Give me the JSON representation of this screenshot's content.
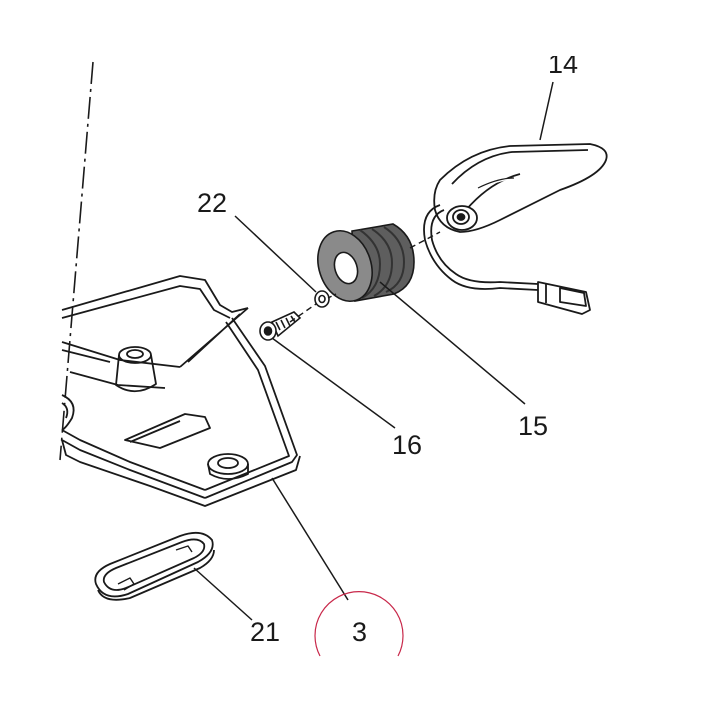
{
  "labels": {
    "l14": "14",
    "l22": "22",
    "l15": "15",
    "l16": "16",
    "l3": "3",
    "l21": "21"
  },
  "colors": {
    "ink": "#1a1a1a",
    "grommet": "#6e6e6e",
    "grommet_dark": "#444444",
    "grommet_light": "#9a9a9a",
    "highlight_circle": "#c8284a"
  }
}
